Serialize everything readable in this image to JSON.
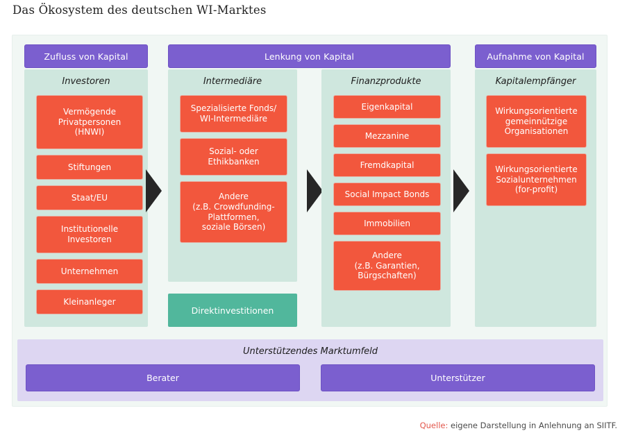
{
  "title": "Das Ökosystem des deutschen WI-Marktes",
  "stages": [
    {
      "id": "zufluss",
      "header": "Zufluss von Kapital"
    },
    {
      "id": "lenkung",
      "header": "Lenkung von Kapital"
    },
    {
      "id": "aufnahme",
      "header": "Aufnahme von Kapital"
    }
  ],
  "columns": [
    {
      "id": "investoren",
      "subtitle": "Investoren",
      "items": [
        "Vermögende\nPrivatpersonen\n(HNWI)",
        "Stiftungen",
        "Staat/EU",
        "Institutionelle\nInvestoren",
        "Unternehmen",
        "Kleinanleger"
      ]
    },
    {
      "id": "intermediaere",
      "subtitle": "Intermediäre",
      "items": [
        "Spezialisierte Fonds/\nWI-Intermediäre",
        "Sozial- oder\nEthikbanken",
        "Andere\n(z.B. Crowdfunding-\nPlattformen,\nsoziale Börsen)"
      ]
    },
    {
      "id": "finanzprodukte",
      "subtitle": "Finanzprodukte",
      "items": [
        "Eigenkapital",
        "Mezzanine",
        "Fremdkapital",
        "Social Impact Bonds",
        "Immobilien",
        "Andere\n(z.B. Garantien,\nBürgschaften)"
      ]
    },
    {
      "id": "kapitalempfaenger",
      "subtitle": "Kapitalempfänger",
      "items": [
        "Wirkungsorientierte\ngemeinnützige\nOrganisationen",
        "Wirkungsorientierte\nSozialunternehmen\n(for-profit)"
      ]
    }
  ],
  "direct_investment": {
    "label": "Direktinvestitionen"
  },
  "support": {
    "title": "Unterstützendes Marktumfeld",
    "boxes": [
      "Berater",
      "Unterstützer"
    ]
  },
  "source": {
    "label": "Quelle:",
    "text": " eigene Darstellung in Anlehnung an SIITF."
  },
  "colors": {
    "purple": "#7b5fcf",
    "orange": "#f2573d",
    "mint": "#cfe7de",
    "teal": "#51b79c",
    "lavender": "#ddd6f2",
    "frame": "#f1f7f4",
    "arrow": "#272727",
    "source_accent": "#e2574c"
  }
}
